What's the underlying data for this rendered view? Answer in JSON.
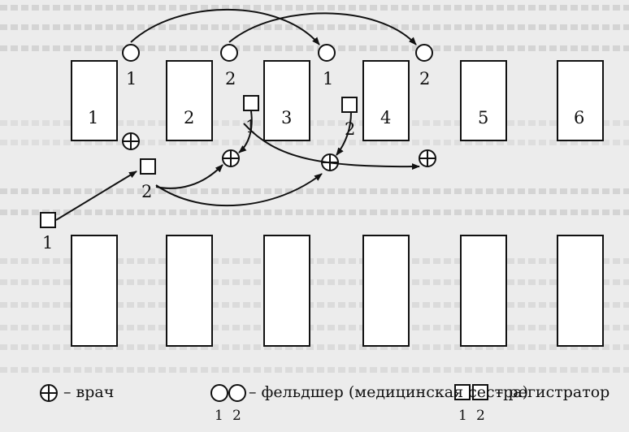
{
  "rooms": [
    {
      "id": "room-1",
      "label": "1"
    },
    {
      "id": "room-2",
      "label": "2"
    },
    {
      "id": "room-3",
      "label": "3"
    },
    {
      "id": "room-4",
      "label": "4"
    },
    {
      "id": "room-5",
      "label": "5"
    },
    {
      "id": "room-6",
      "label": "6"
    }
  ],
  "top_labels": {
    "feldsher_1_left": "1",
    "feldsher_2_left": "2",
    "feldsher_1_right": "1",
    "feldsher_2_right": "2"
  },
  "registrar_labels": {
    "start": "1",
    "first_route": "2",
    "room3": "1",
    "room4": "2"
  },
  "legend": {
    "doctor": "– врач",
    "feldsher": "– фельдшер (медицинская сестра)",
    "registrar": "– регистратор",
    "num_1": "1",
    "num_2": "2",
    "num_1b": "1",
    "num_2b": "2"
  }
}
